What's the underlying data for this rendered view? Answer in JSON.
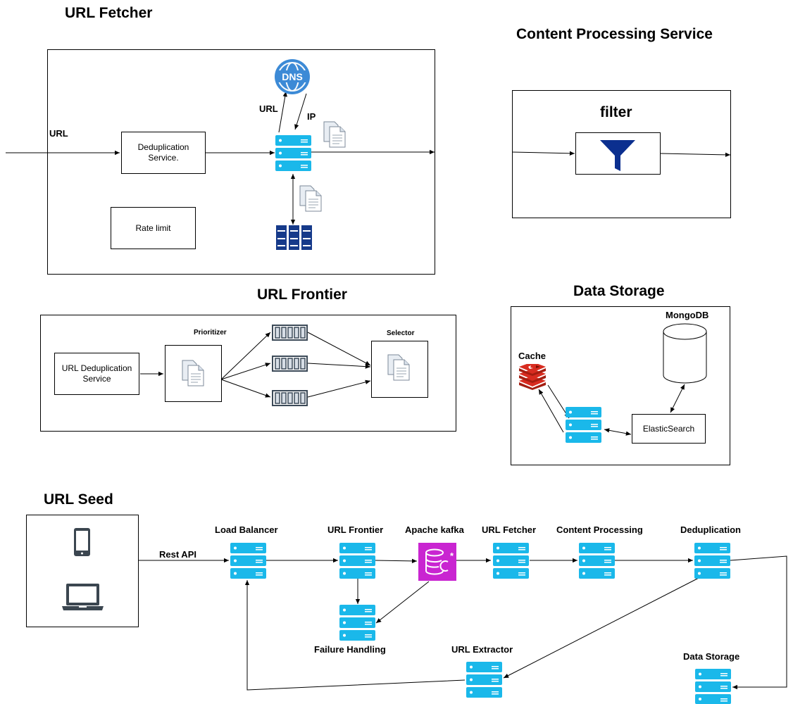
{
  "url_fetcher": {
    "title": "URL Fetcher",
    "url_in_label": "URL",
    "dedup_label": "Deduplication Service.",
    "rate_limit_label": "Rate limit",
    "dns_label": "DNS",
    "url_to_dns_label": "URL",
    "ip_label": "IP"
  },
  "content_processing": {
    "title": "Content Processing Service",
    "filter_label": "filter"
  },
  "url_frontier": {
    "title": "URL Frontier",
    "dedup_label": "URL Deduplication Service",
    "prioritizer_label": "Prioritizer",
    "selector_label": "Selector"
  },
  "data_storage": {
    "title": "Data Storage",
    "mongodb_label": "MongoDB",
    "cache_label": "Cache",
    "elasticsearch_label": "ElasticSearch"
  },
  "url_seed": {
    "title": "URL Seed",
    "rest_api_label": "Rest API"
  },
  "pipeline": {
    "load_balancer": "Load Balancer",
    "url_frontier": "URL Frontier",
    "apache_kafka": "Apache kafka",
    "url_fetcher": "URL Fetcher",
    "content_processing": "Content Processing",
    "deduplication": "Deduplication",
    "failure_handling": "Failure Handling",
    "url_extractor": "URL Extractor",
    "data_storage": "Data Storage"
  },
  "colors": {
    "server": "#1ab8ea",
    "server_light": "#ffffff",
    "dns": "#3c8ad6",
    "filter": "#0b2f8f",
    "storage_rack": "#163a8a",
    "kafka": "#c925d1",
    "redis": "#d82c20",
    "device": "#3b4650"
  }
}
